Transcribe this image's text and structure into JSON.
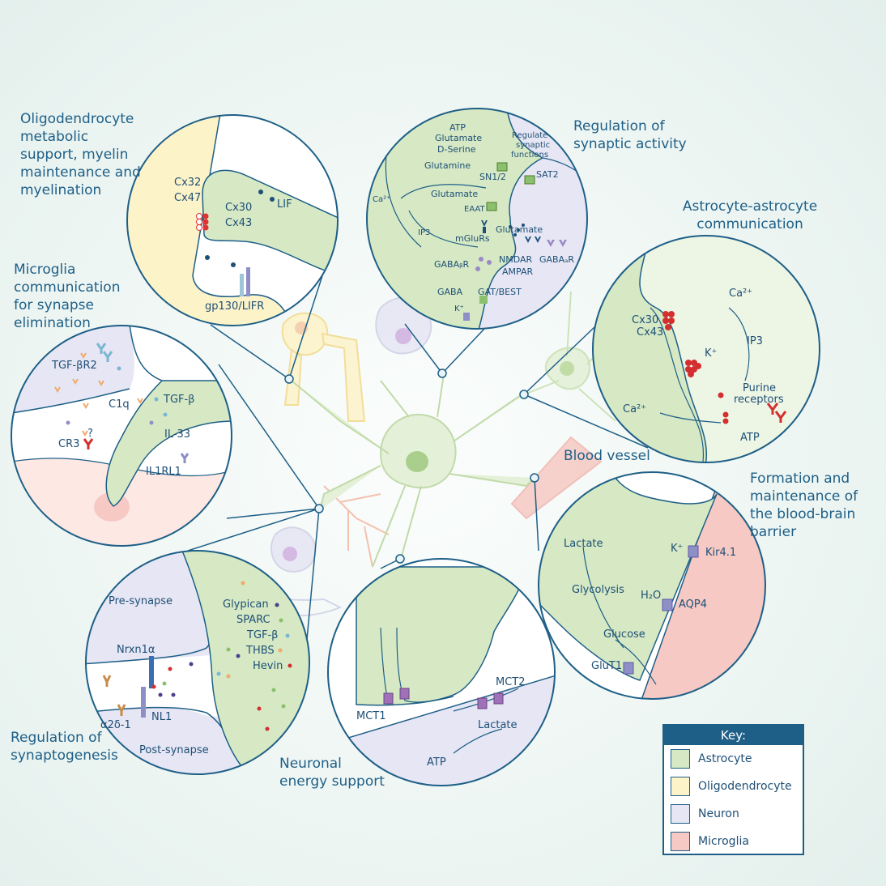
{
  "titles": {
    "oligo": "Oligodendrocyte metabolic support, myelin maintenance and myelination",
    "synaptic": "Regulation of synaptic activity",
    "astro": "Astrocyte-astrocyte communication",
    "microglia": "Microglia communication for synapse elimination",
    "bbb": "Formation and maintenance of the blood-brain barrier",
    "synapto": "Regulation of synaptogenesis",
    "energy": "Neuronal energy support",
    "vessel": "Blood vessel"
  },
  "oligo": {
    "cx32": "Cx32",
    "cx47": "Cx47",
    "cx30": "Cx30",
    "cx43": "Cx43",
    "lif": "LIF",
    "gp130": "gp130/LIFR"
  },
  "synaptic": {
    "atp": "ATP",
    "glutamate1": "Glutamate",
    "dserine": "D-Serine",
    "regulate": [
      "Regulate",
      "synaptic",
      "functions"
    ],
    "glutamine": "Glutamine",
    "sn12": "SN1/2",
    "sat2": "SAT2",
    "glutamate2": "Glutamate",
    "ca": "Ca²⁺",
    "eaat": "EAAT",
    "ip3": "IP3",
    "mglurs": "mGluRs",
    "glutamate3": "Glutamate",
    "nmdar": "NMDAR",
    "ampar": "AMPAR",
    "gabaar": "GABAₐR",
    "gababr": "GABAᵦR",
    "gaba": "GABA",
    "gat": "GAT/BEST",
    "k": "K⁺"
  },
  "astro": {
    "cx30": "Cx30",
    "cx43": "Cx43",
    "ca1": "Ca²⁺",
    "ip3": "IP3",
    "k": "K⁺",
    "purine": [
      "Purine",
      "receptors"
    ],
    "ca2": "Ca²⁺",
    "atp": "ATP"
  },
  "microglia": {
    "tgfbr2": "TGF-βR2",
    "c1q": "C1q",
    "tgfb": "TGF-β",
    "cr3": "CR3",
    "q": "?",
    "il33": "IL-33",
    "il1rl1": "IL1RL1"
  },
  "synapto": {
    "pre": "Pre-synapse",
    "glypican": "Glypican",
    "sparc": "SPARC",
    "tgfb": "TGF-β",
    "thbs": "THBS",
    "hevin": "Hevin",
    "nrxn": "Nrxn1α",
    "a2d": "α2δ-1",
    "nl1": "NL1",
    "post": "Post-synapse"
  },
  "energy": {
    "mct1": "MCT1",
    "mct2": "MCT2",
    "lactate": "Lactate",
    "atp": "ATP"
  },
  "bbb": {
    "lactate": "Lactate",
    "glycolysis": "Glycolysis",
    "glucose": "Glucose",
    "glut1": "GluT1",
    "k": "K⁺",
    "kir": "Kir4.1",
    "h2o": "H₂O",
    "aqp4": "AQP4"
  },
  "key": {
    "title": "Key:",
    "items": [
      {
        "label": "Astrocyte",
        "color": "#d6e9c4"
      },
      {
        "label": "Oligodendrocyte",
        "color": "#fdf3c9"
      },
      {
        "label": "Neuron",
        "color": "#e6e6f4"
      },
      {
        "label": "Microglia",
        "color": "#f6c9c4"
      }
    ]
  },
  "colors": {
    "astrocyte": "#d6e9c4",
    "oligo": "#fdf3c9",
    "neuron": "#e6e6f4",
    "microglia": "#f6c9c4",
    "line": "#1e5f87"
  }
}
